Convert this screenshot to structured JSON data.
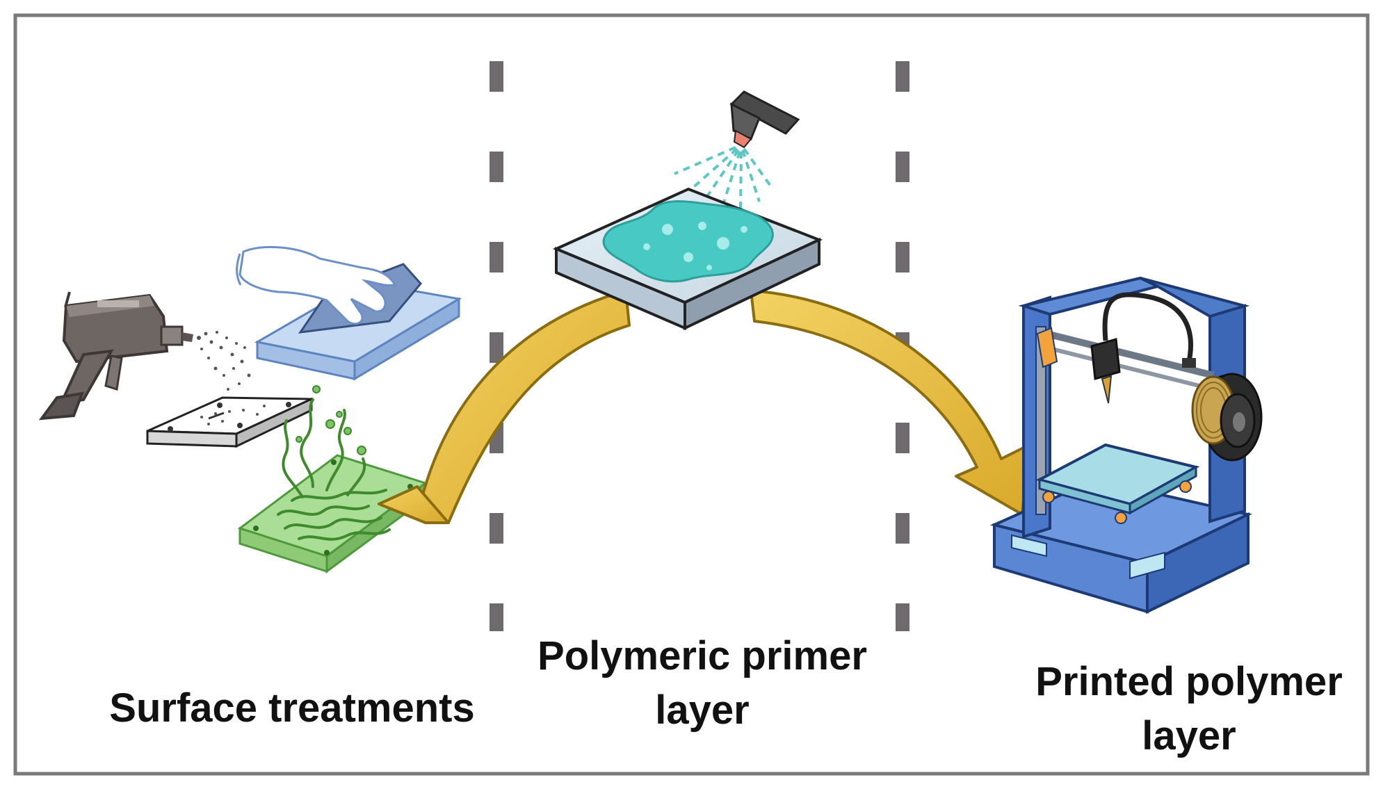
{
  "labels": {
    "surface_treatments": "Surface treatments",
    "primer_line1": "Polymeric primer",
    "primer_line2": "layer",
    "printed_line1": "Printed polymer",
    "printed_line2": "layer"
  },
  "colors": {
    "frame": "#7a7a7a",
    "divider": "#6f6a6d",
    "arrow_fill": "#e9bf3f",
    "arrow_stroke": "#8a6d10",
    "primer_liquid": "#49c9c4",
    "treated_plate": "#8fd27c",
    "printer_frame": "#4a77c9",
    "printer_bed": "#a8dde8",
    "wipe_plate": "#a9c6ee"
  },
  "icons": [
    "air-gun-icon",
    "wiping-hand-icon",
    "blasted-plate-icon",
    "chemical-etched-plate-icon",
    "spray-nozzle-icon",
    "primer-coated-plate-icon",
    "3d-printer-icon",
    "curved-arrow-icon"
  ]
}
